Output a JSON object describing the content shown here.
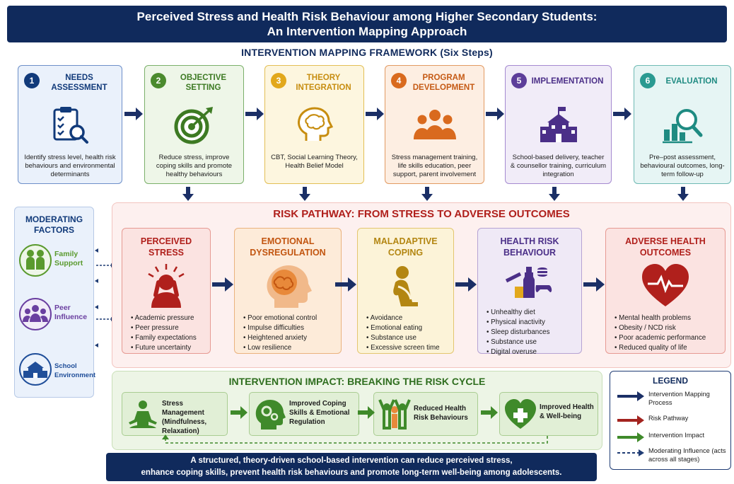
{
  "header": {
    "title_line1": "Perceived Stress and Health Risk Behaviour among Higher Secondary Students:",
    "title_line2": "An Intervention Mapping Approach"
  },
  "framework": {
    "title": "INTERVENTION MAPPING FRAMEWORK (Six Steps)",
    "steps": [
      {
        "num": "1",
        "title": "NEEDS ASSESSMENT",
        "icon": "clipboard-search-icon",
        "desc": "Identify stress level, health risk behaviours and environmental determinants"
      },
      {
        "num": "2",
        "title": "OBJECTIVE SETTING",
        "icon": "target-icon",
        "desc": "Reduce stress, improve coping skills and promote healthy behaviours"
      },
      {
        "num": "3",
        "title": "THEORY INTEGRATION",
        "icon": "brain-icon",
        "desc": "CBT, Social Learning Theory, Health Belief Model"
      },
      {
        "num": "4",
        "title": "PROGRAM DEVELOPMENT",
        "icon": "group-icon",
        "desc": "Stress management training, life skills education, peer support, parent involvement"
      },
      {
        "num": "5",
        "title": "IMPLEMENTATION",
        "icon": "school-icon",
        "desc": "School-based delivery, teacher & counsellor training, curriculum integration"
      },
      {
        "num": "6",
        "title": "EVALUATION",
        "icon": "chart-search-icon",
        "desc": "Pre–post assessment, behavioural outcomes, long-term follow-up"
      }
    ]
  },
  "moderating": {
    "title": "MODERATING FACTORS",
    "items": [
      {
        "label": "Family Support",
        "icon": "family-icon",
        "color": "#5a9a2e"
      },
      {
        "label": "Peer Influence",
        "icon": "peers-icon",
        "color": "#6a3fa0"
      },
      {
        "label": "School Environment",
        "icon": "school-icon",
        "color": "#1f4e99"
      }
    ]
  },
  "risk": {
    "title": "RISK PATHWAY: FROM STRESS TO ADVERSE OUTCOMES",
    "boxes": [
      {
        "title": "PERCEIVED STRESS",
        "icon": "stressed-person-icon",
        "items": [
          "Academic pressure",
          "Peer pressure",
          "Family expectations",
          "Future uncertainty"
        ]
      },
      {
        "title": "EMOTIONAL DYSREGULATION",
        "icon": "head-brain-icon",
        "items": [
          "Poor emotional control",
          "Impulse difficulties",
          "Heightened anxiety",
          "Low resilience"
        ]
      },
      {
        "title": "MALADAPTIVE COPING",
        "icon": "sitting-person-icon",
        "items": [
          "Avoidance",
          "Emotional eating",
          "Substance use",
          "Excessive screen time"
        ]
      },
      {
        "title": "HEALTH RISK BEHAVIOUR",
        "icon": "risk-items-icon",
        "items": [
          "Unhealthy diet",
          "Physical inactivity",
          "Sleep disturbances",
          "Substance use",
          "Digital overuse"
        ]
      },
      {
        "title": "ADVERSE HEALTH OUTCOMES",
        "icon": "heart-pulse-icon",
        "items": [
          "Mental health problems",
          "Obesity / NCD risk",
          "Poor academic performance",
          "Reduced quality of life"
        ]
      }
    ]
  },
  "impact": {
    "title": "INTERVENTION IMPACT: BREAKING THE RISK CYCLE",
    "steps": [
      {
        "label": "Stress Management (Mindfulness, Relaxation)",
        "icon": "meditation-icon"
      },
      {
        "label": "Improved Coping Skills & Emotional Regulation",
        "icon": "head-gears-icon"
      },
      {
        "label": "Reduced Health Risk Behaviours",
        "icon": "people-cheering-icon"
      },
      {
        "label": "Improved Health & Well-being",
        "icon": "heart-plus-icon"
      }
    ]
  },
  "legend": {
    "title": "LEGEND",
    "items": [
      {
        "label": "Intervention Mapping Process",
        "color": "#1b2f66"
      },
      {
        "label": "Risk Pathway",
        "color": "#a3231f"
      },
      {
        "label": "Intervention Impact",
        "color": "#3f8a2a"
      },
      {
        "label": "Moderating Influence (acts across all stages)",
        "color": "#1f3c74"
      }
    ]
  },
  "footer": {
    "line1": "A structured, theory-driven school-based intervention can reduce perceived stress,",
    "line2": "enhance coping skills, prevent health risk behaviours and promote long-term well-being among adolescents."
  }
}
